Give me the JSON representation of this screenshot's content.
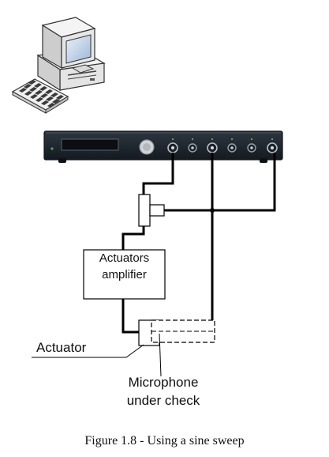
{
  "amplifier": {
    "line1": "Actuators",
    "line2": "amplifier"
  },
  "labels": {
    "actuator": "Actuator",
    "microphone_line1": "Microphone",
    "microphone_line2": "under check"
  },
  "caption": "Figure 1.8 -  Using a sine sweep"
}
